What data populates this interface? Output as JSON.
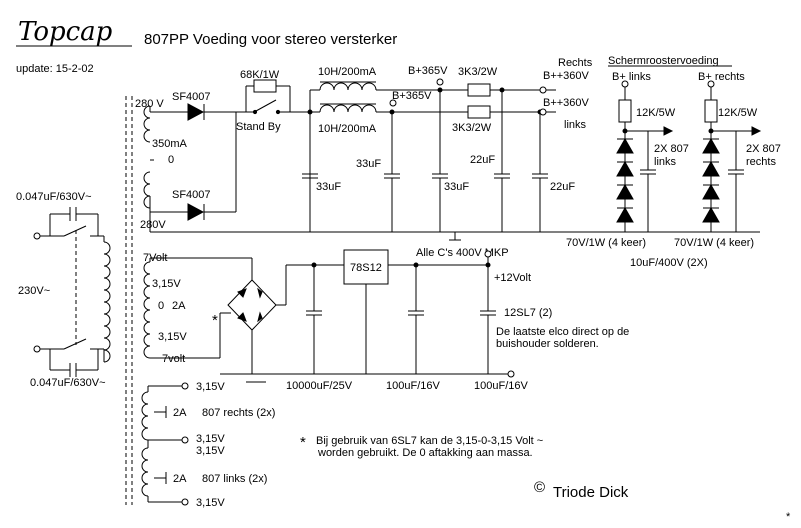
{
  "header": {
    "brand": "Topcap",
    "title": "807PP Voeding voor stereo versterker",
    "update": "update: 15-2-02"
  },
  "mains": {
    "voltage": "230V~",
    "cap_top": "0.047uF/630V~",
    "cap_bottom": "0.047uF/630V~"
  },
  "hv": {
    "winding_top": "280 V",
    "winding_bottom": "280V",
    "current": "350mA",
    "center": "0",
    "diode_top": "SF4007",
    "diode_bottom": "SF4007",
    "standby_resistor": "68K/1W",
    "standby_label": "Stand By",
    "choke_right": "10H/200mA",
    "choke_left": "10H/200mA",
    "node_365_top": "B+365V",
    "node_365_bottom": "B+365V",
    "res_right": "3K3/2W",
    "res_left": "3K3/2W",
    "out_right": "B++360V",
    "out_left": "B++360V",
    "out_right_label": "Rechts",
    "out_left_label": "links",
    "caps": [
      "33uF",
      "33uF",
      "33uF",
      "22uF",
      "22uF"
    ],
    "cap_note": "Alle C's 400V MKP"
  },
  "screen": {
    "title": "Schermroostervoeding",
    "left_supply": "B+ links",
    "right_supply": "B+ rechts",
    "left_res": "12K/5W",
    "right_res": "12K/5W",
    "left_out_line1": "2X 807",
    "left_out_line2": "links",
    "right_out_line1": "2X 807",
    "right_out_line2": "rechts",
    "zener_left": "70V/1W (4 keer)",
    "zener_right": "70V/1W (4 keer)",
    "caps": "10uF/400V (2X)"
  },
  "lv": {
    "taps": [
      "7Volt",
      "3,15V",
      "0",
      "2A",
      "3,15V",
      "7volt"
    ],
    "star": "*",
    "regulator": "78S12",
    "output": "+12Volt",
    "load": "12SL7 (2)",
    "note_line1": "De laatste elco direct op de",
    "note_line2": "buishouder solderen.",
    "caps": [
      "10000uF/25V",
      "100uF/16V",
      "100uF/16V"
    ]
  },
  "heaters": {
    "volts": [
      "3,15V",
      "3,15V",
      "3,15V",
      "3,15V"
    ],
    "right_current": "2A",
    "right_label": "807  rechts  (2x)",
    "left_current": "2A",
    "left_label": "807    links (2x)"
  },
  "footnote": {
    "star": "*",
    "line1": "Bij gebruik van 6SL7 kan de 3,15-0-3,15 Volt ~",
    "line2": "worden gebruikt. De 0 aftakking aan massa."
  },
  "signature": {
    "copyright": "©",
    "name": "Triode Dick"
  },
  "corner_mark": "*"
}
